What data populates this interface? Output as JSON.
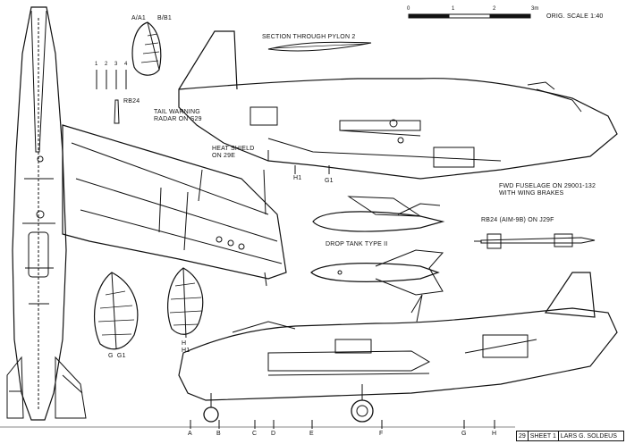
{
  "scale": {
    "ticks": [
      "0",
      "1",
      "2",
      "3m"
    ],
    "note": "ORIG. SCALE 1:40"
  },
  "labels": {
    "section_aa": "A/A1",
    "section_bb": "B/B1",
    "pylon_section": "SECTION THROUGH PYLON 2",
    "stations": [
      "1",
      "2",
      "3",
      "4"
    ],
    "rb24": "RB24",
    "tail_radar": "TAIL WARNING\nRADAR ON S29",
    "heat_shield": "HEAT SHIELD\nON 29E",
    "h1": "H1",
    "g1": "G1",
    "fwd_fuselage": "FWD FUSELAGE ON 29001-132\nWITH WING BRAKES",
    "rb24_aim": "RB24 (AIM-9B) ON J29F",
    "drop_tank": "DROP TANK TYPE II",
    "g_g1": "G  G1",
    "h_h1": "H\nH1"
  },
  "bottom_stations": [
    "A",
    "B",
    "C",
    "D",
    "E",
    "F",
    "G",
    "H"
  ],
  "title_block": {
    "number": "29",
    "sheet": "SHEET 1",
    "author": "LARS G. SOLDEUS"
  }
}
